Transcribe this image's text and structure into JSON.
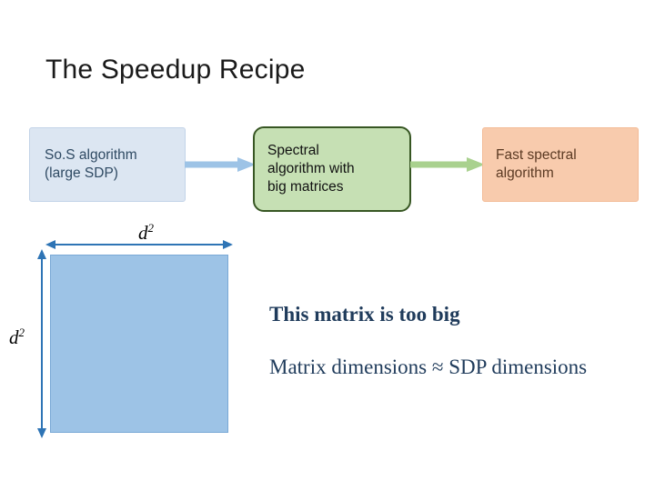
{
  "slide": {
    "title": "The Speedup Recipe",
    "background_color": "#ffffff"
  },
  "flow": {
    "boxes": [
      {
        "id": "sos",
        "lines": [
          "So.S algorithm",
          "(large SDP)"
        ],
        "fill": "#dce6f2",
        "text_color": "#2f4a63"
      },
      {
        "id": "spectral",
        "lines": [
          "Spectral",
          "algorithm with",
          "big matrices"
        ],
        "fill": "#c6e0b4",
        "border": "#375623",
        "text_color": "#111111"
      },
      {
        "id": "fast",
        "lines": [
          "Fast spectral",
          "algorithm"
        ],
        "fill": "#f8cbad",
        "text_color": "#5b3a23"
      }
    ],
    "arrows": [
      {
        "id": "arrow-1",
        "icon": "right-arrow-icon",
        "color": "#9dc3e6"
      },
      {
        "id": "arrow-2",
        "icon": "right-arrow-icon",
        "color": "#a9d18e"
      }
    ]
  },
  "matrix": {
    "fill": "#9dc3e6",
    "top_dimension_label": "d",
    "top_dimension_exponent": "2",
    "left_dimension_label": "d",
    "left_dimension_exponent": "2",
    "dimension_arrow_color": "#2e74b5"
  },
  "statements": {
    "line1": "This matrix is too big",
    "line2": "Matrix dimensions ≈ SDP dimensions",
    "color": "#1f3b5b"
  }
}
